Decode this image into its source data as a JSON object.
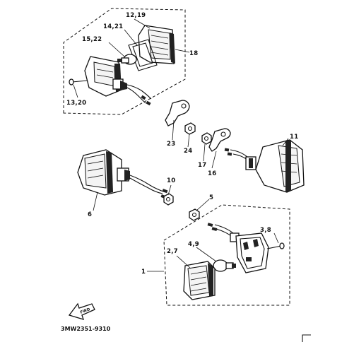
{
  "diagram": {
    "code": "3MW2351-9310",
    "fwd_label": "FWD",
    "callouts": {
      "c12_19": "12,19",
      "c14_21": "14,21",
      "c15_22": "15,22",
      "c18": "18",
      "c13_20": "13,20",
      "c23": "23",
      "c24": "24",
      "c17": "17",
      "c16": "16",
      "c11": "11",
      "c10": "10",
      "c6": "6",
      "c5": "5",
      "c3_8": "3,8",
      "c4_9": "4,9",
      "c2_7": "2,7",
      "c1": "1"
    }
  }
}
